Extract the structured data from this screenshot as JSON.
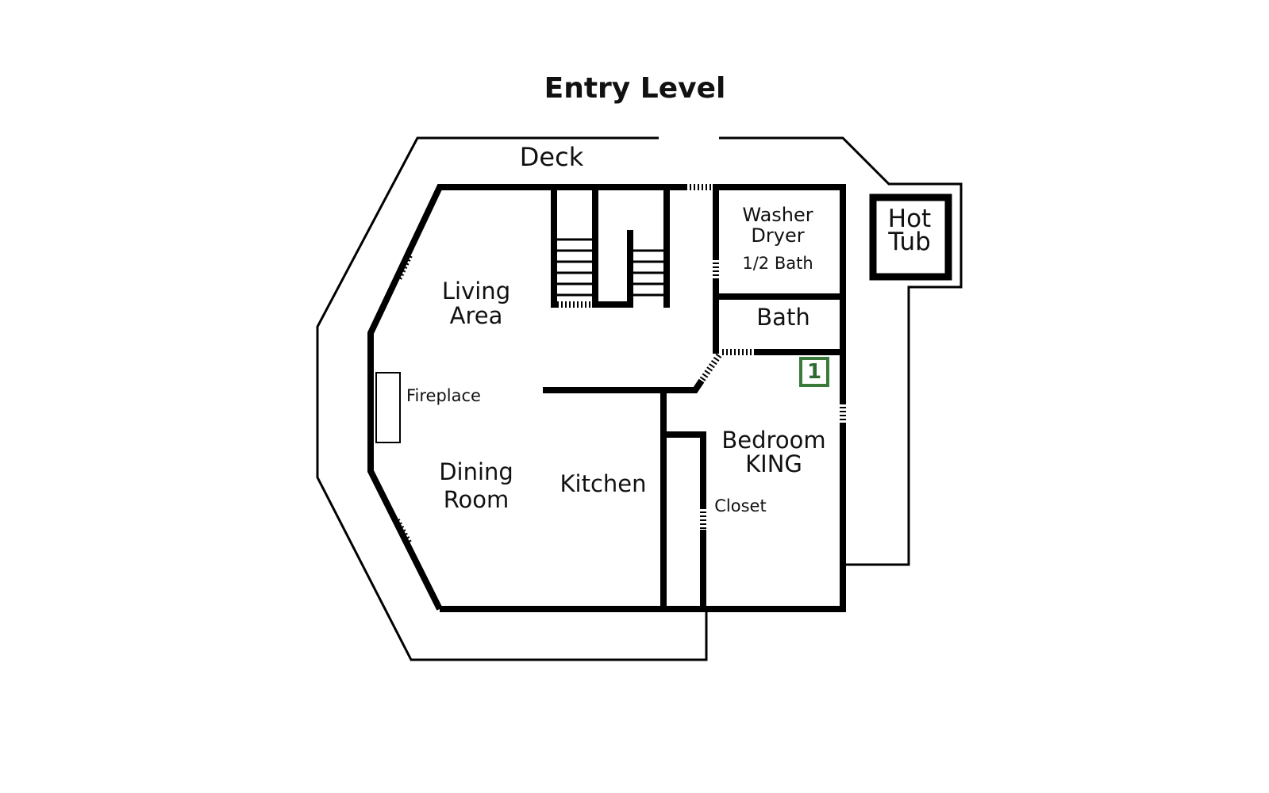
{
  "title": "Entry Level",
  "rooms": {
    "deck": "Deck",
    "washer_dryer": [
      "Washer",
      "Dryer"
    ],
    "half_bath": "1/2 Bath",
    "hot_tub": [
      "Hot",
      "Tub"
    ],
    "living_area": [
      "Living",
      "Area"
    ],
    "bath": "Bath",
    "fireplace": "Fireplace",
    "bedroom": [
      "Bedroom",
      "KING"
    ],
    "dining_room": [
      "Dining",
      "Room"
    ],
    "kitchen": "Kitchen",
    "closet": "Closet"
  },
  "bedroom_badge": "1",
  "colors": {
    "wall": "#000000",
    "badge": "#3a7a3a",
    "background": "#ffffff"
  }
}
